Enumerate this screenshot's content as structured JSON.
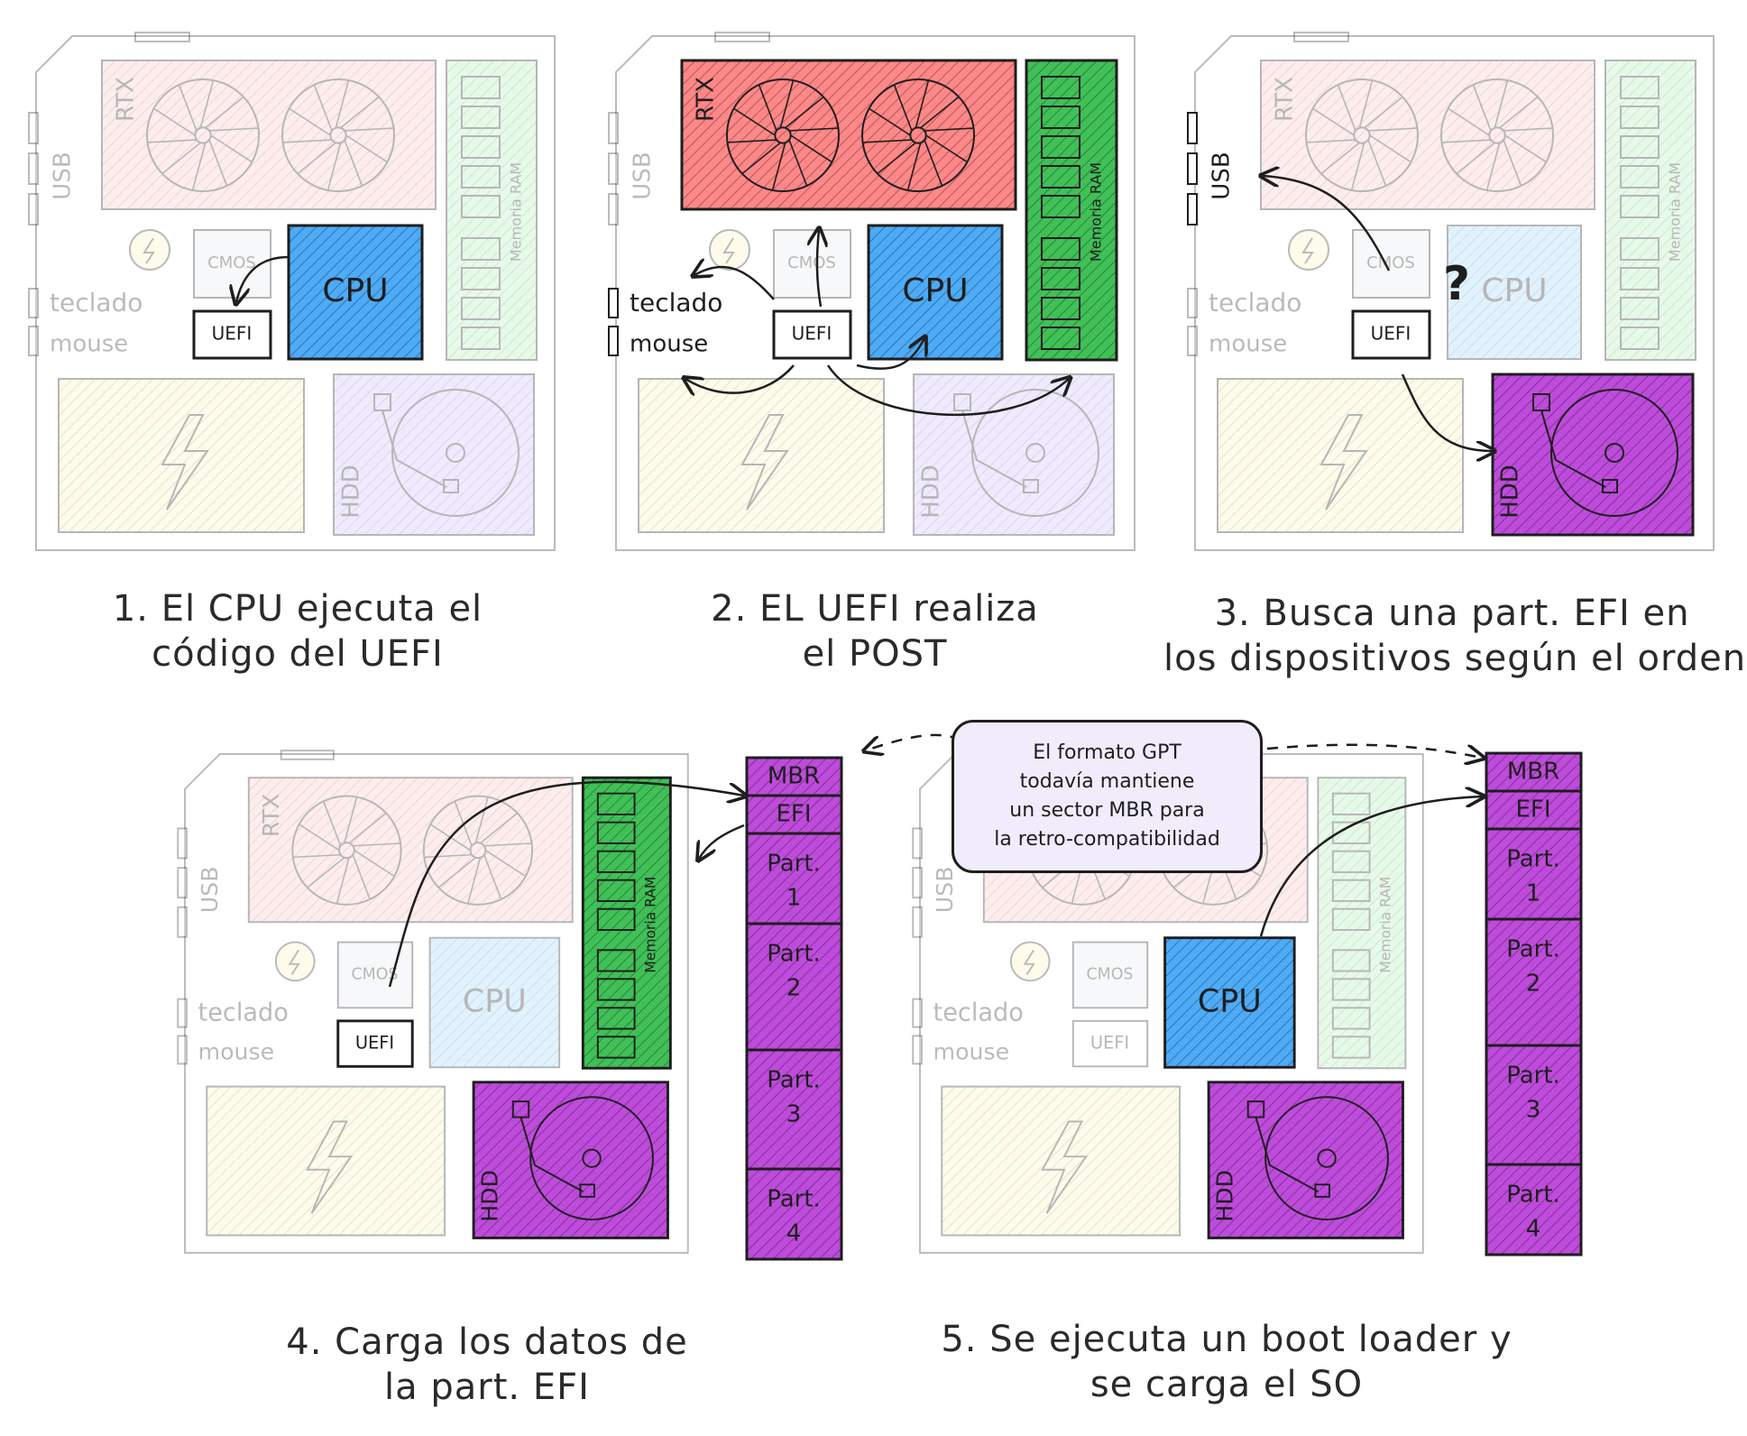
{
  "board": {
    "gpu_label": "RTX",
    "usb_label": "USB",
    "cmos_label": "CMOS",
    "cpu_label": "CPU",
    "uefi_label": "UEFI",
    "keyboard_label": "teclado",
    "mouse_label": "mouse",
    "ram_label": "Memoria RAM",
    "hdd_label": "HDD"
  },
  "disk": {
    "segments": [
      "MBR",
      "EFI",
      "Part. 1",
      "Part. 2",
      "Part. 3",
      "Part. 4"
    ]
  },
  "steps": [
    {
      "line1": "1. El CPU ejecuta el",
      "line2": "código del UEFI"
    },
    {
      "line1": "2. EL UEFI realiza",
      "line2": "el POST"
    },
    {
      "line1": "3. Busca una part. EFI en",
      "line2": "los dispositivos según el orden"
    },
    {
      "line1": "4. Carga los datos de",
      "line2": "la part. EFI"
    },
    {
      "line1": "5. Se ejecuta un boot loader y",
      "line2": "se carga el SO"
    }
  ],
  "callout": {
    "line1": "El formato GPT",
    "line2": "todavía mantiene",
    "line3": "un sector MBR para",
    "line4": "la retro-compatibilidad"
  },
  "colors": {
    "gpu": "#ffc9c9",
    "gpu_active": "#ff8787",
    "cpu": "#a5d8ff",
    "cpu_active": "#4dabf7",
    "ram": "#b2f2bb",
    "ram_active": "#40c057",
    "hdd": "#d0bfff",
    "hdd_active": "#be4bdb",
    "psu": "#fff3bf",
    "cmos": "#e9ecef",
    "ink": "#1e1e1e"
  }
}
